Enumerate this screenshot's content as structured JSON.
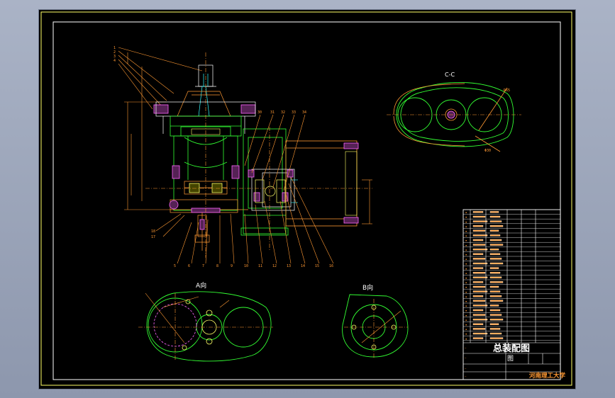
{
  "viewer": {
    "background_colors": {
      "frame": "#a7b0c2",
      "sheet": "#000000",
      "line_yellow": "#ffff66",
      "line_green": "#33ff33",
      "line_orange": "#ff9933",
      "line_cyan": "#33ffff",
      "line_white": "#ffffff",
      "line_magenta": "#ff66ff"
    }
  },
  "drawing": {
    "views": {
      "section_cc": "C-C",
      "view_a": "A向",
      "view_b": "B向"
    },
    "title_block": {
      "assembly_title": "总装配图",
      "subtitle": "图",
      "university": "河南理工大学"
    }
  }
}
